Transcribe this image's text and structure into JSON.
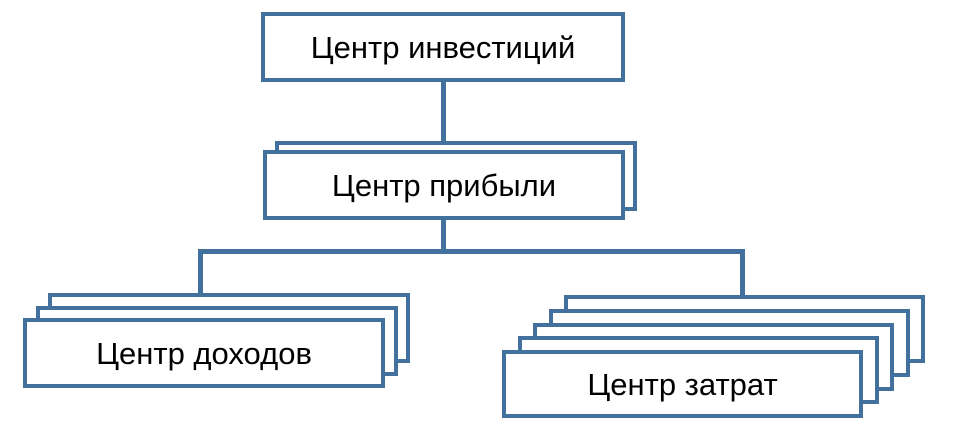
{
  "diagram": {
    "accent_color": "#41719C",
    "text_color": "#000000",
    "background_color": "#FFFFFF",
    "nodes": [
      {
        "id": "investment-center",
        "label": "Центр инвестиций",
        "stack_count": 1
      },
      {
        "id": "profit-center",
        "label": "Центр прибыли",
        "stack_count": 2
      },
      {
        "id": "revenue-center",
        "label": "Центр доходов",
        "stack_count": 3
      },
      {
        "id": "cost-center",
        "label": "Центр затрат",
        "stack_count": 5
      }
    ],
    "edges": [
      {
        "from": "investment-center",
        "to": "profit-center"
      },
      {
        "from": "profit-center",
        "to": "revenue-center"
      },
      {
        "from": "profit-center",
        "to": "cost-center"
      }
    ]
  }
}
